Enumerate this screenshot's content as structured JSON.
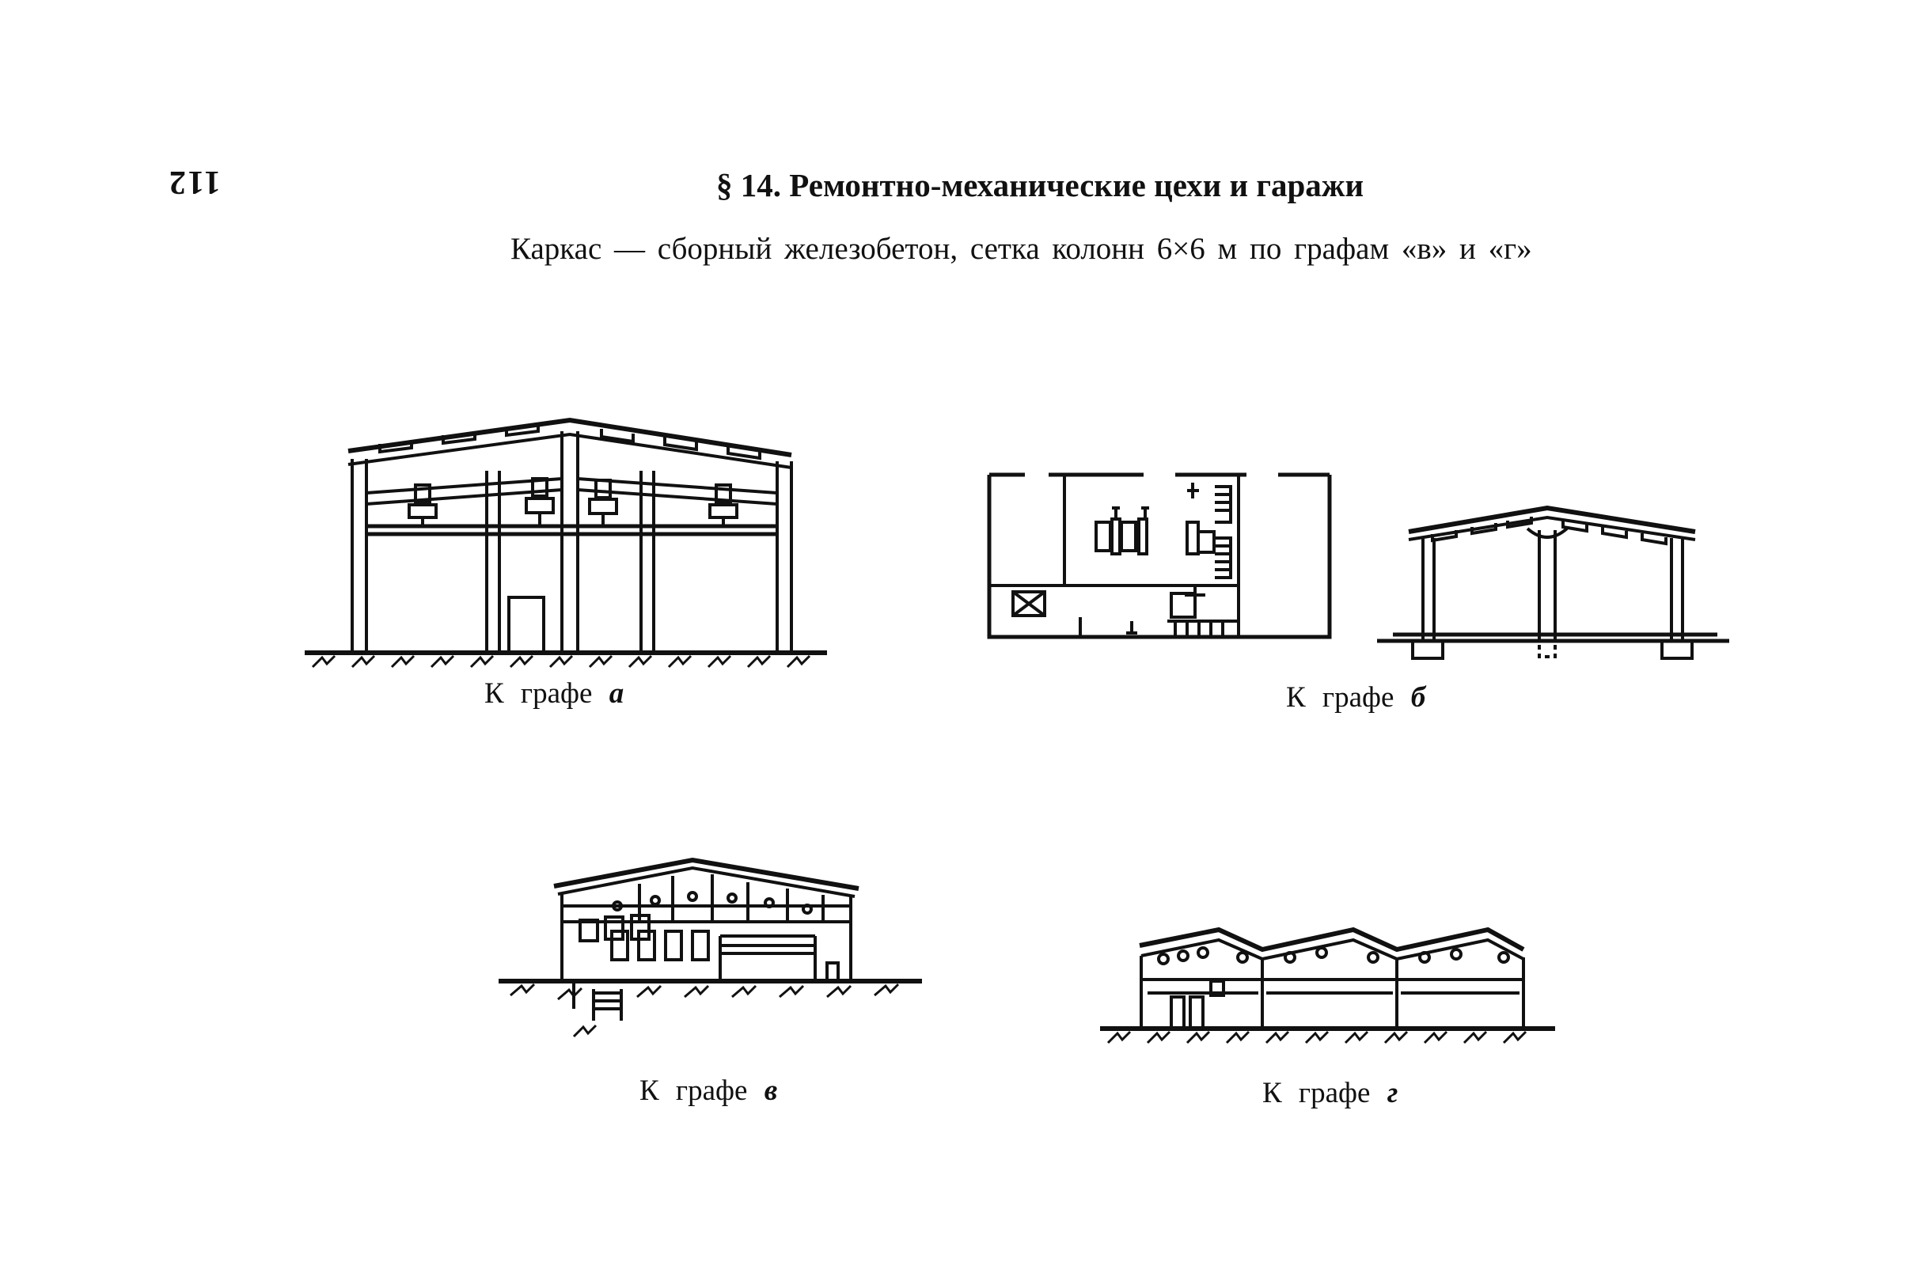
{
  "page": {
    "number": "112",
    "title": "§ 14. Ремонтно-механические цехи и гаражи",
    "subtitle": "Каркас — сборный железобетон, сетка колонн 6×6 м по графам «в» и «г»"
  },
  "figures": [
    {
      "caption_prefix": "К графе",
      "letter": "а"
    },
    {
      "caption_prefix": "К графе",
      "letter": "б"
    },
    {
      "caption_prefix": "К графе",
      "letter": "в"
    },
    {
      "caption_prefix": "К графе",
      "letter": "г"
    }
  ],
  "colors": {
    "ink": "#111111",
    "paper": "#ffffff"
  }
}
